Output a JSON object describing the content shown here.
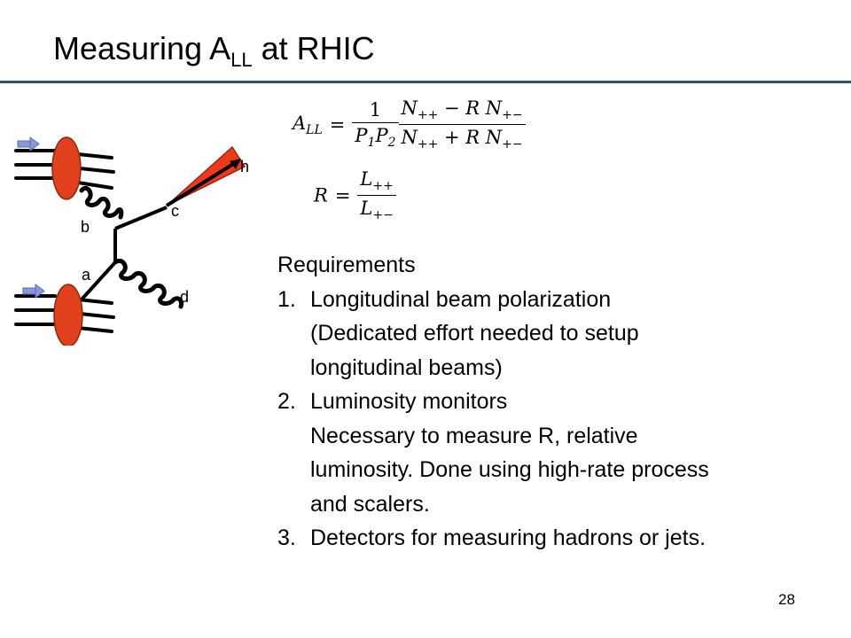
{
  "title": {
    "main": "Measuring A",
    "sub": "LL",
    "rest": " at RHIC"
  },
  "diagram": {
    "labels": {
      "h": "h",
      "c": "c",
      "b": "b",
      "a": "a",
      "d": "d"
    },
    "colors": {
      "proton": "#e0401c",
      "arrow": "#8a97d8",
      "jet": "#ef3a1a"
    }
  },
  "formulas": {
    "all_lhs": "A",
    "all_lhs_sub": "LL",
    "eq": "=",
    "frac1_num": "1",
    "p1": "P",
    "p1_sub": "1",
    "p2": "P",
    "p2_sub": "2",
    "num_expr_a": "N",
    "num_sub_a": "++",
    "num_mid": " − R N",
    "num_sub_b": "+−",
    "den_expr_a": "N",
    "den_sub_a": "++",
    "den_mid": " + R N",
    "den_sub_b": "+−",
    "r_lhs": "R",
    "r_num": "L",
    "r_num_sub": "++",
    "r_den": "L",
    "r_den_sub": "+−"
  },
  "requirements": {
    "heading": "Requirements",
    "items": [
      {
        "num": "1.",
        "lines": [
          "Longitudinal beam polarization",
          "(Dedicated effort needed to setup",
          "longitudinal beams)"
        ]
      },
      {
        "num": "2.",
        "lines": [
          "Luminosity monitors",
          "Necessary to measure R, relative",
          "luminosity.  Done using high-rate process",
          "and scalers."
        ]
      },
      {
        "num": "3.",
        "lines": [
          "Detectors for measuring hadrons or jets."
        ]
      }
    ]
  },
  "page_number": "28"
}
